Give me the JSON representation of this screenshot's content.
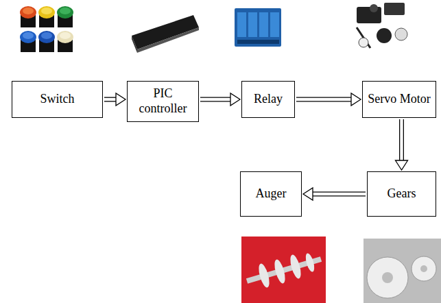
{
  "diagram": {
    "nodes": [
      {
        "text": [
          "Switch"
        ]
      },
      {
        "text": [
          "PIC controller"
        ]
      },
      {
        "text": [
          "Relay"
        ]
      },
      {
        "text": [
          "Servo Motor"
        ]
      },
      {
        "text": [
          "Auger"
        ]
      },
      {
        "text": [
          "Gears"
        ]
      }
    ],
    "edges": [
      {
        "from": 0,
        "to": 1,
        "arrow": "to"
      },
      {
        "from": 1,
        "to": 2,
        "arrow": "to"
      },
      {
        "from": 2,
        "to": 3,
        "arrow": "to"
      },
      {
        "from": 3,
        "to": 5,
        "arrow": "to"
      },
      {
        "from": 5,
        "to": 4,
        "arrow": "to"
      }
    ]
  }
}
